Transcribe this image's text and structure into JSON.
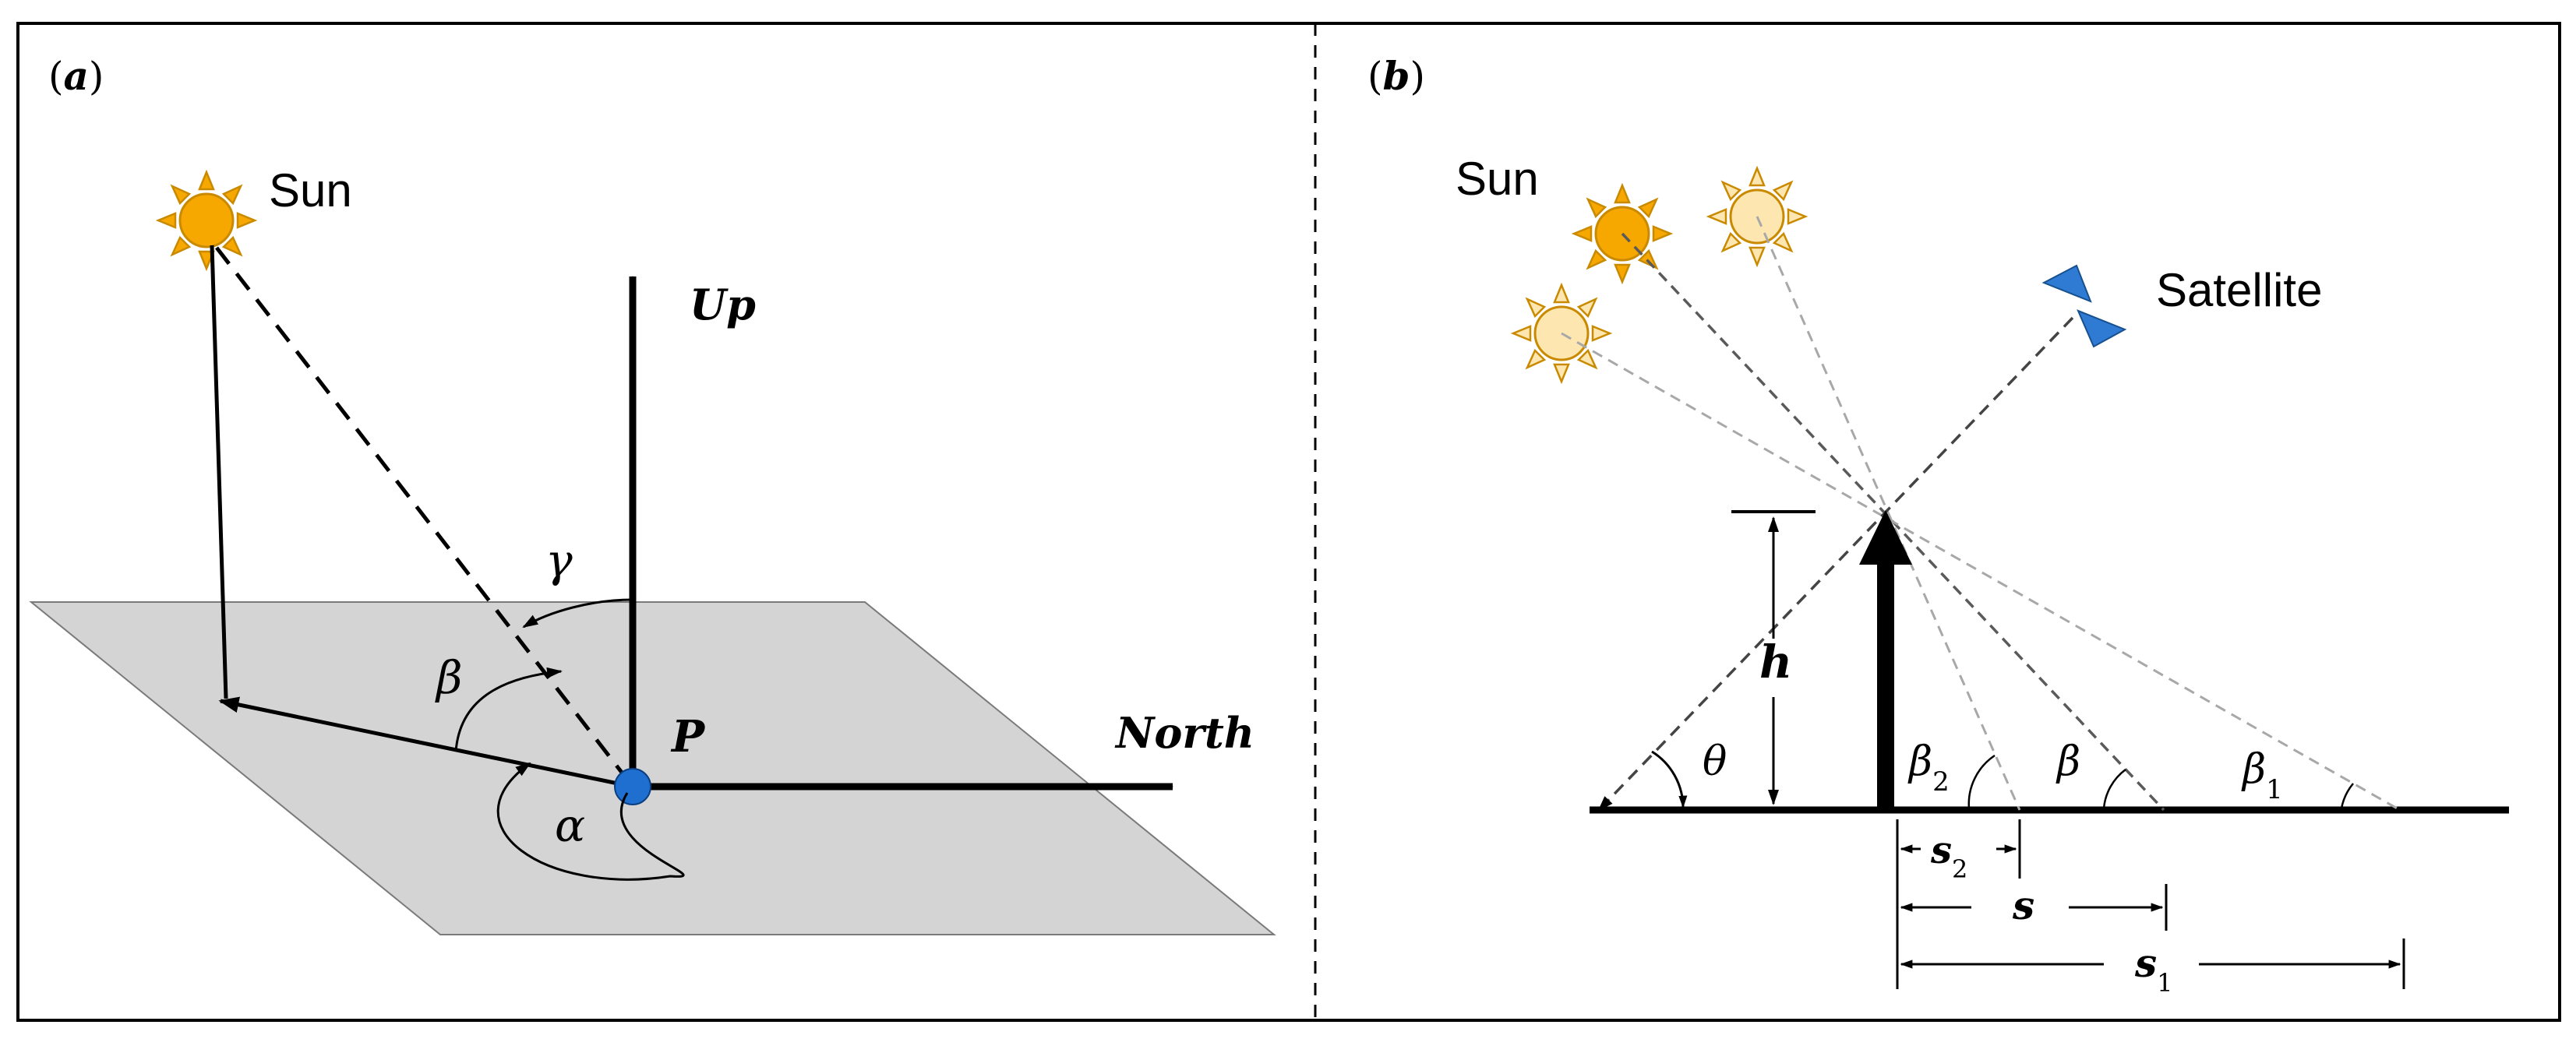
{
  "panel_a": {
    "label_open": "(",
    "label_letter": "a",
    "label_close": ")",
    "sun_label": "Sun",
    "up_label": "Up",
    "north_label": "North",
    "point_label": "P",
    "alpha": "α",
    "beta": "β",
    "gamma": "γ"
  },
  "panel_b": {
    "label_open": "(",
    "label_letter": "b",
    "label_close": ")",
    "sun_label": "Sun",
    "satellite_label": "Satellite",
    "h_label": "h",
    "theta": "θ",
    "beta": "β",
    "beta_base": "β",
    "sub_1": "1",
    "sub_2": "2",
    "s_label": "s"
  },
  "colors": {
    "plane_fill": "#d4d4d4",
    "point_blue": "#1f6fd1",
    "satellite_blue": "#2f7bd3",
    "sun_orange": "#f6a800",
    "sun_pale": "#fde6b0"
  },
  "icons": {
    "sun": "sun-icon",
    "sun_faded": "faded-sun-icon",
    "satellite": "satellite-icon"
  }
}
